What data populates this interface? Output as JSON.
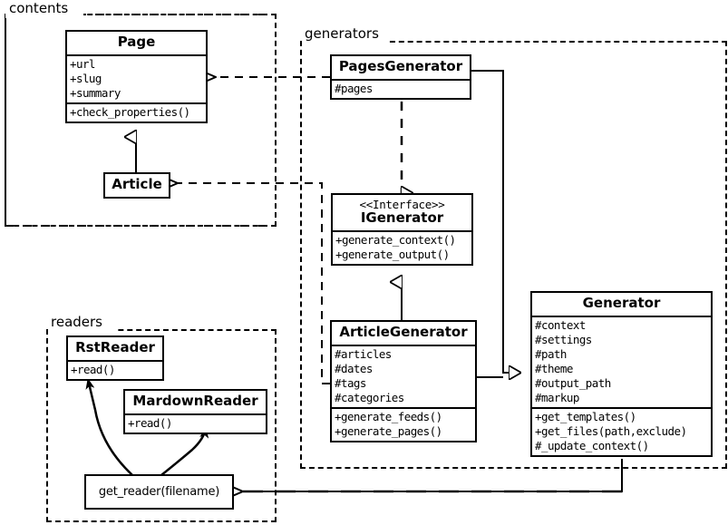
{
  "diagram": {
    "title": "Pelican architecture class diagram",
    "type": "uml-class-diagram",
    "background": "#ffffff",
    "line_color": "#000000"
  },
  "packages": [
    {
      "name": "contents",
      "label": "contents"
    },
    {
      "name": "generators",
      "label": "generators"
    },
    {
      "name": "readers",
      "label": "readers"
    }
  ],
  "classes": {
    "page": {
      "name": "Page",
      "attributes": [
        "+url",
        "+slug",
        "+summary"
      ],
      "methods": [
        "+check_properties()"
      ]
    },
    "article": {
      "name": "Article",
      "attributes": [],
      "methods": []
    },
    "pages_generator": {
      "name": "PagesGenerator",
      "attributes": [
        "#pages"
      ],
      "methods": []
    },
    "igenerator": {
      "stereotype": "<<Interface>>",
      "name": "IGenerator",
      "attributes": [],
      "methods": [
        "+generate_context()",
        "+generate_output()"
      ]
    },
    "article_generator": {
      "name": "ArticleGenerator",
      "attributes": [
        "#articles",
        "#dates",
        "#tags",
        "#categories"
      ],
      "methods": [
        "+generate_feeds()",
        "+generate_pages()"
      ]
    },
    "generator": {
      "name": "Generator",
      "attributes": [
        "#context",
        "#settings",
        "#path",
        "#theme",
        "#output_path",
        "#markup"
      ],
      "methods": [
        "+get_templates()",
        "+get_files(path,exclude)",
        "#_update_context()"
      ]
    },
    "rst_reader": {
      "name": "RstReader",
      "attributes": [],
      "methods": [
        "+read()"
      ]
    },
    "mardown_reader": {
      "name": "MardownReader",
      "attributes": [],
      "methods": [
        "+read()"
      ]
    },
    "get_reader": {
      "name": "get_reader(filename)"
    }
  },
  "relationships": [
    {
      "from": "PagesGenerator",
      "to": "Page",
      "type": "dependency"
    },
    {
      "from": "ArticleGenerator",
      "to": "Article",
      "type": "dependency"
    },
    {
      "from": "PagesGenerator",
      "to": "IGenerator",
      "type": "realization"
    },
    {
      "from": "ArticleGenerator",
      "to": "IGenerator",
      "type": "generalization"
    },
    {
      "from": "Article",
      "to": "Page",
      "type": "generalization"
    },
    {
      "from": "PagesGenerator",
      "to": "Generator",
      "type": "generalization"
    },
    {
      "from": "ArticleGenerator",
      "to": "Generator",
      "type": "generalization"
    },
    {
      "from": "Generator",
      "to": "get_reader(filename)",
      "type": "dependency"
    },
    {
      "from": "get_reader(filename)",
      "to": "RstReader",
      "type": "dependency"
    },
    {
      "from": "get_reader(filename)",
      "to": "MardownReader",
      "type": "dependency"
    }
  ]
}
